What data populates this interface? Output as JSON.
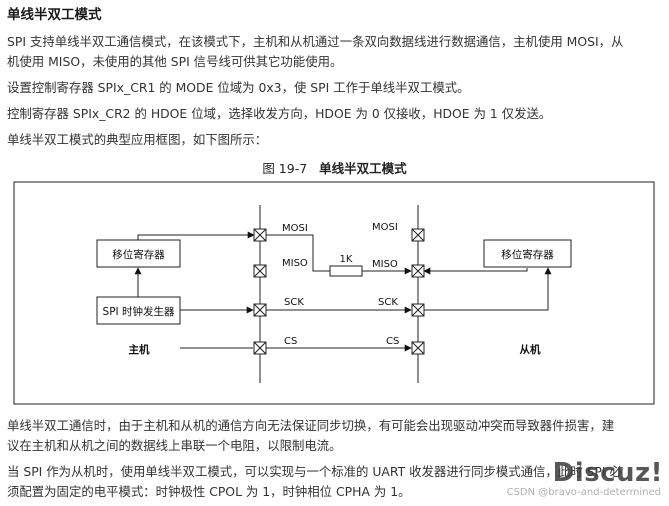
{
  "heading": "单线半双工模式",
  "paragraphs": {
    "p1_line1": "SPI 支持单线半双工通信模式，在该模式下，主机和从机通过一条双向数据线进行数据通信，主机使用 MOSI，从",
    "p1_line2": "机使用 MISO，未使用的其他 SPI 信号线可供其它功能使用。",
    "p2": "设置控制寄存器 SPIx_CR1 的 MODE 位域为 0x3，使 SPI 工作于单线半双工模式。",
    "p3": "控制寄存器 SPIx_CR2 的 HDOE 位域，选择收发方向，HDOE 为 0 仅接收，HDOE 为 1 仅发送。",
    "p4": "单线半双工模式的典型应用框图，如下图所示：",
    "p5_line1": "单线半双工通信时，由于主机和从机的通信方向无法保证同步切换，有可能会出现驱动冲突而导致器件损害，建",
    "p5_line2": "议在主机和从机之间的数据线上串联一个电阻，以限制电流。",
    "p6_line1": "当 SPI 作为从机时，使用单线半双工模式，可以实现与一个标准的 UART 收发器进行同步模式通信，此时 SPI 必",
    "p6_line2": "须配置为固定的电平模式：时钟极性 CPOL 为 1，时钟相位 CPHA 为 1。"
  },
  "figure": {
    "number": "图 19-7",
    "title": "单线半双工模式",
    "master": {
      "role": "主机",
      "shift_register": "移位寄存器",
      "clock_generator": "SPI 时钟发生器",
      "pins": {
        "mosi": "MOSI",
        "miso": "MISO",
        "sck": "SCK",
        "cs": "CS"
      }
    },
    "slave": {
      "role": "从机",
      "shift_register": "移位寄存器",
      "pins": {
        "mosi": "MOSI",
        "miso": "MISO",
        "sck": "SCK",
        "cs": "CS"
      }
    },
    "resistor": "1K"
  },
  "watermarks": {
    "csdn": "CSDN @bravo-and-determined",
    "logo": "Discuz!"
  }
}
